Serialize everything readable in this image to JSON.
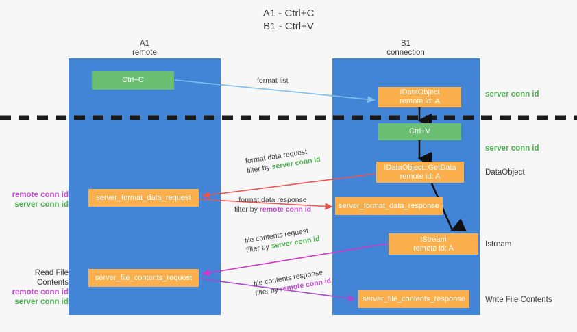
{
  "title": {
    "line1": "A1 - Ctrl+C",
    "line2": "B1 - Ctrl+V"
  },
  "lanes": [
    {
      "id": "a1",
      "name": "A1",
      "role": "remote",
      "color": "#4285d6"
    },
    {
      "id": "b1",
      "name": "B1",
      "role": "connection",
      "color": "#4285d6"
    }
  ],
  "nodes": {
    "ctrl_c": {
      "label": "Ctrl+C",
      "color": "#6bbf73"
    },
    "idataobject": {
      "line1": "IDataObject",
      "line2": "remote id: A",
      "color": "#fbb04d"
    },
    "ctrl_v": {
      "label": "Ctrl+V",
      "color": "#6bbf73"
    },
    "getdata": {
      "line1": "IDataObject::GetData",
      "line2": "remote id: A",
      "color": "#fbb04d"
    },
    "istream": {
      "line1": "IStream",
      "line2": "remote id: A",
      "color": "#fbb04d"
    },
    "server_format_data_request": {
      "label": "server_format_data_request",
      "color": "#fbb04d"
    },
    "server_format_data_response": {
      "label": "server_format_data_response",
      "color": "#fbb04d"
    },
    "server_file_contents_request": {
      "label": "server_file_contents_request",
      "color": "#fbb04d"
    },
    "server_file_contents_response": {
      "label": "server_file_contents_response",
      "color": "#fbb04d"
    }
  },
  "edges": {
    "format_list": {
      "label": "format list",
      "color": "#7ec0ee"
    },
    "format_data_request": {
      "label": "format data request",
      "filter_prefix": "filter by ",
      "filter_target": "server conn id",
      "color": "#ef5350"
    },
    "format_data_response": {
      "label": "format data response",
      "filter_prefix": "filter by ",
      "filter_target": "remote conn id",
      "color": "#ef5350"
    },
    "file_contents_request": {
      "label": "file contents request",
      "filter_prefix": "filter by ",
      "filter_target": "server conn id",
      "color": "#d633c6"
    },
    "file_contents_response": {
      "label": "file contents response",
      "filter_prefix": "filter by ",
      "filter_target": "remote conn id",
      "color": "#a64ac9"
    }
  },
  "right_labels": {
    "server_conn_id_top": "server conn id",
    "server_conn_id_mid": "server conn id",
    "dataobject": "DataObject",
    "istream": "Istream",
    "write_file_contents": "Write File Contents"
  },
  "left_labels": {
    "remote_conn_id_1": "remote conn id",
    "server_conn_id_1": "server conn id",
    "read_file_contents": "Read File Contents",
    "remote_conn_id_2": "remote conn id",
    "server_conn_id_2": "server conn id"
  },
  "colors": {
    "lane": "#4285d6",
    "green_node": "#6bbf73",
    "orange_node": "#fbb04d",
    "server_conn": "#4caf50",
    "remote_conn": "#c24ed0",
    "divider": "#1a1a1a",
    "background": "#f7f7f7"
  }
}
